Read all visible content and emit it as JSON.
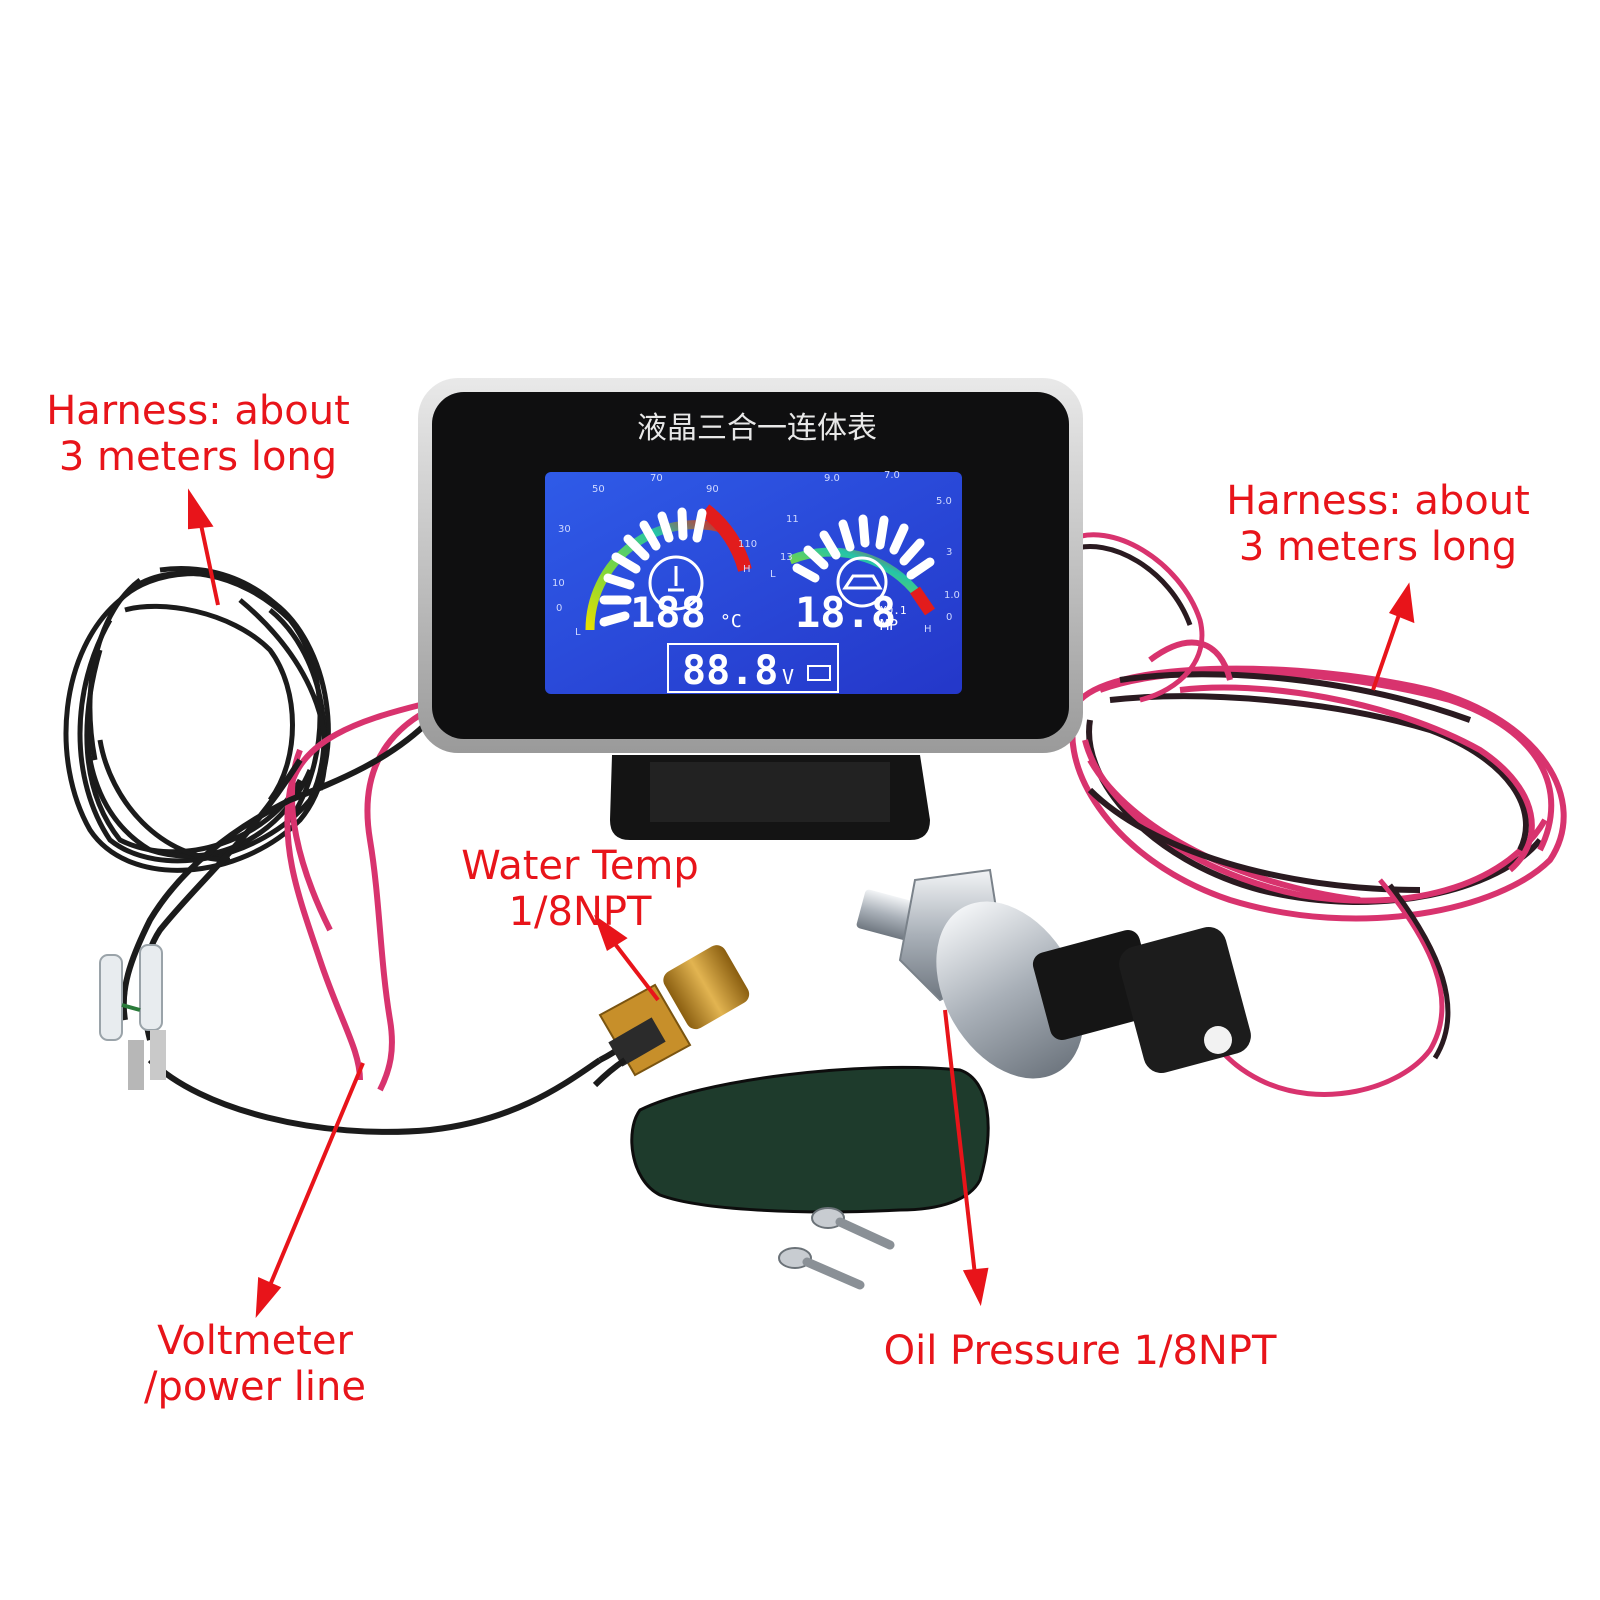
{
  "callouts": {
    "harness_left": {
      "line1": "Harness: about",
      "line2": "3 meters long"
    },
    "harness_right": {
      "line1": "Harness: about",
      "line2": "3 meters long"
    },
    "water_temp": {
      "line1": "Water Temp",
      "line2": "1/8NPT"
    },
    "voltmeter": {
      "line1": "Voltmeter",
      "line2": "/power line"
    },
    "oil_pressure": {
      "line1": "Oil Pressure 1/8NPT"
    }
  },
  "gauge": {
    "bezel_title": "液晶三合一连体表",
    "temp_readout": "188",
    "temp_unit": "°C",
    "pressure_readout": "18.8",
    "pressure_multiplier": "X0.1",
    "pressure_unit": "MP",
    "volt_readout": "88.8",
    "volt_unit": "V",
    "temp_ticks": [
      "50",
      "70",
      "90",
      "110",
      "30",
      "10",
      "0",
      "L",
      "H"
    ],
    "pressure_ticks": [
      "9.0",
      "7.0",
      "5.0",
      "3",
      "1.0",
      "11",
      "13",
      "0",
      "L",
      "H"
    ]
  },
  "colors": {
    "accent": "#e8141a",
    "lcd_blue": "#2c4be0",
    "wire_pink": "#d8336e",
    "wire_black": "#1b1b1b"
  }
}
